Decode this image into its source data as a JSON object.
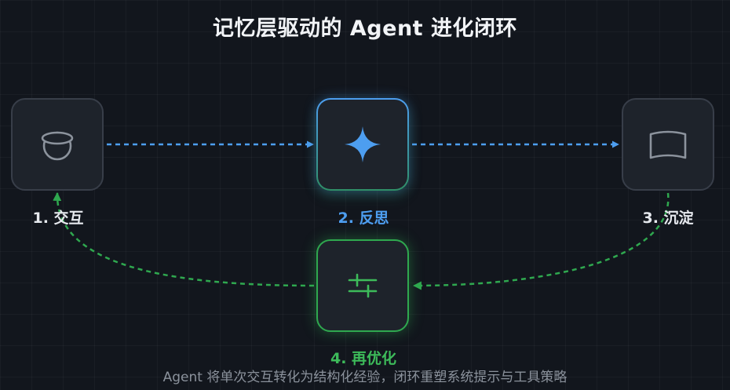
{
  "title": "记忆层驱动的 Agent 进化闭环",
  "caption": "Agent 将单次交互转化为结构化经验，闭环重塑系统提示与工具策略",
  "colors": {
    "background": "#12161d",
    "node_fill": "#1e232b",
    "accent_blue": "#4d9ef0",
    "accent_green": "#2fa84f",
    "icon_gray": "#8c939d"
  },
  "nodes": [
    {
      "id": "interact",
      "label": "1. 交互",
      "icon": "globe-icon"
    },
    {
      "id": "reflect",
      "label": "2. 反思",
      "icon": "sparkle-icon"
    },
    {
      "id": "settle",
      "label": "3. 沉淀",
      "icon": "book-icon"
    },
    {
      "id": "optimize",
      "label": "4. 再优化",
      "icon": "sliders-icon"
    }
  ],
  "edges": [
    {
      "from": "interact",
      "to": "reflect",
      "style": "dashed",
      "color": "blue"
    },
    {
      "from": "reflect",
      "to": "settle",
      "style": "dashed",
      "color": "blue"
    },
    {
      "from": "settle",
      "to": "optimize",
      "style": "dashed",
      "color": "green"
    },
    {
      "from": "optimize",
      "to": "interact",
      "style": "dashed",
      "color": "green"
    }
  ]
}
